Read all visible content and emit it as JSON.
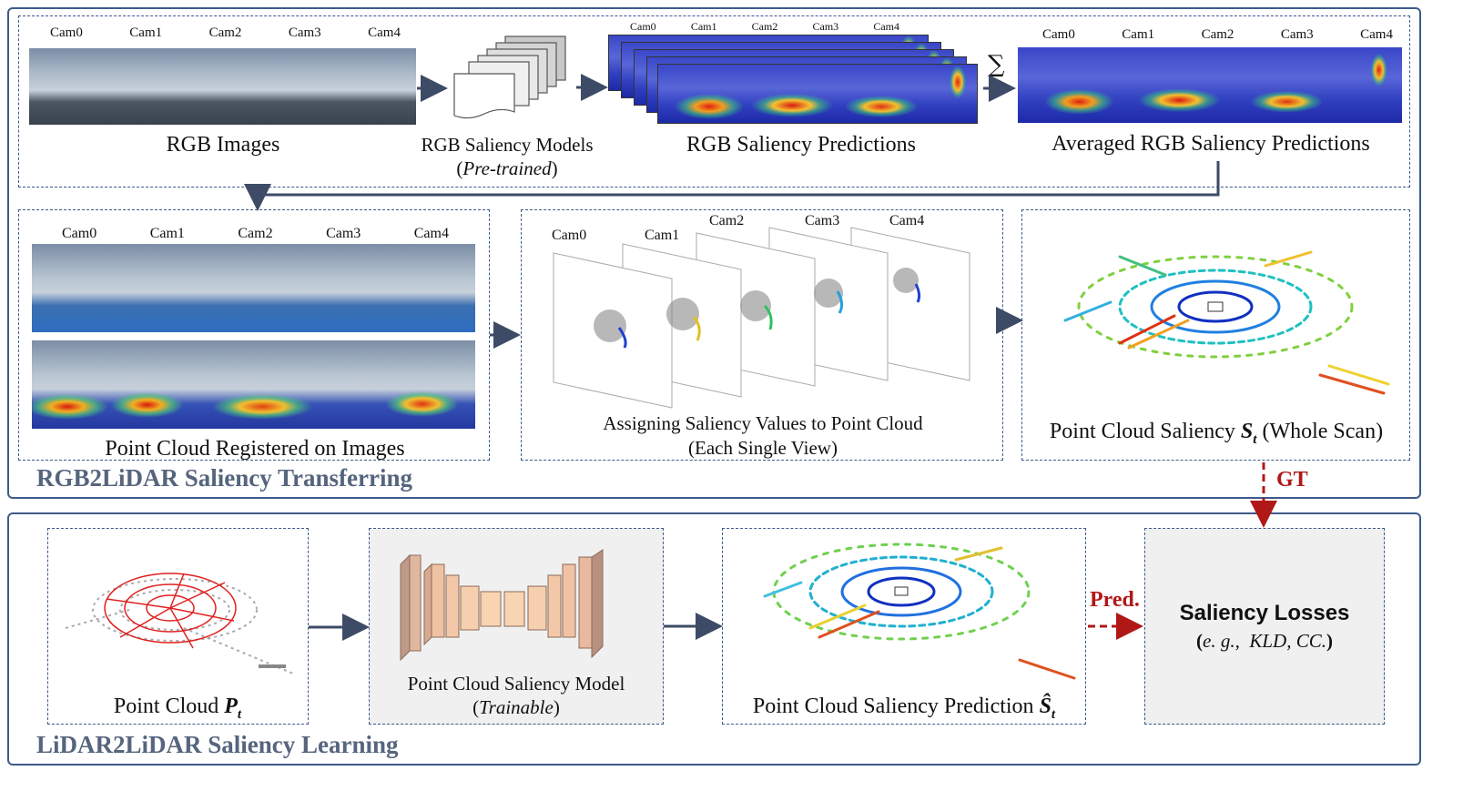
{
  "top_section": {
    "title": "RGB2LiDAR Saliency Transferring",
    "rgb_images": {
      "cams": [
        "Cam0",
        "Cam1",
        "Cam2",
        "Cam3",
        "Cam4"
      ],
      "caption": "RGB Images"
    },
    "models": {
      "caption": "RGB Saliency Models",
      "sub_open": "(",
      "sub_italic": "Pre-trained",
      "sub_close": ")"
    },
    "predictions": {
      "cams": [
        "Cam0",
        "Cam1",
        "Cam2",
        "Cam3",
        "Cam4"
      ],
      "caption": "RGB Saliency Predictions"
    },
    "sum_symbol": "∑",
    "averaged": {
      "cams": [
        "Cam0",
        "Cam1",
        "Cam2",
        "Cam3",
        "Cam4"
      ],
      "caption": "Averaged RGB Saliency Predictions"
    },
    "registered": {
      "cams": [
        "Cam0",
        "Cam1",
        "Cam2",
        "Cam3",
        "Cam4"
      ],
      "caption": "Point Cloud Registered on Images"
    },
    "assigning": {
      "cams": [
        "Cam0",
        "Cam1",
        "Cam2",
        "Cam3",
        "Cam4"
      ],
      "caption_line1": "Assigning Saliency Values to Point Cloud",
      "caption_line2": "(Each Single View)"
    },
    "whole_scan": {
      "caption_pre": "Point Cloud Saliency ",
      "symbol": "S",
      "subscript": "t",
      "caption_post": " (Whole Scan)"
    },
    "gt_label": "GT"
  },
  "bottom_section": {
    "title": "LiDAR2LiDAR Saliency Learning",
    "point_cloud": {
      "caption_pre": "Point Cloud ",
      "symbol": "P",
      "subscript": "t"
    },
    "model": {
      "caption": "Point Cloud Saliency Model",
      "sub_open": "(",
      "sub_italic": "Trainable",
      "sub_close": ")"
    },
    "prediction": {
      "caption_pre": "Point Cloud Saliency Prediction ",
      "symbol": "Ŝ",
      "subscript": "t"
    },
    "pred_label": "Pred.",
    "losses": {
      "title": "Saliency Losses",
      "sub_open": "(",
      "sub_eg": "e. g.,",
      "sub_items": "KLD, CC.",
      "sub_close": ")"
    }
  },
  "colors": {
    "frame": "#3d5a8a",
    "arrow": "#3d4b66",
    "dark_red": "#b01818",
    "section_title": "#56657d",
    "grey_box": "#f0f0f0"
  }
}
